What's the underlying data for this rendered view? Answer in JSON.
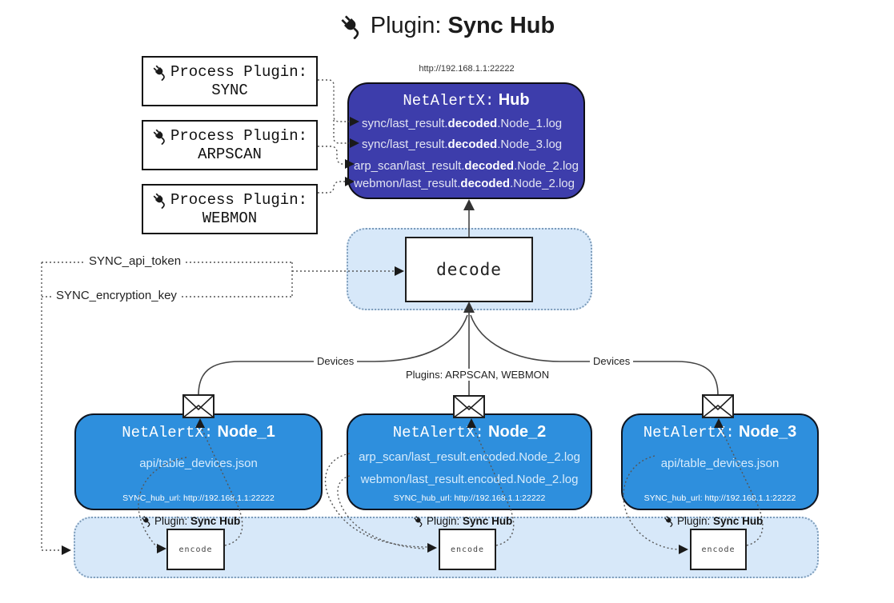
{
  "title": {
    "prefix": "Plugin:",
    "name": "Sync Hub"
  },
  "hub": {
    "url": "http://192.168.1.1:22222",
    "name_prefix": "NetAlertX:",
    "name": "Hub",
    "lines": [
      {
        "pre": "sync/last_result.",
        "bold": "decoded",
        "post": ".Node_1.log"
      },
      {
        "pre": "sync/last_result.",
        "bold": "decoded",
        "post": ".Node_3.log"
      },
      {
        "pre": "arp_scan/last_result.",
        "bold": "decoded",
        "post": ".Node_2.log"
      },
      {
        "pre": "webmon/last_result.",
        "bold": "decoded",
        "post": ".Node_2.log"
      }
    ]
  },
  "process_plugins": [
    {
      "label": "Process Plugin:",
      "name": "SYNC"
    },
    {
      "label": "Process Plugin:",
      "name": "ARPSCAN"
    },
    {
      "label": "Process Plugin:",
      "name": "WEBMON"
    }
  ],
  "settings": {
    "api_token": "SYNC_api_token",
    "encryption_key": "SYNC_encryption_key"
  },
  "decode": {
    "label": "decode"
  },
  "edges": {
    "devices_left": "Devices",
    "devices_right": "Devices",
    "plugins_mid": "Plugins: ARPSCAN, WEBMON"
  },
  "nodes": [
    {
      "name_prefix": "NetAlertX:",
      "name": "Node_1",
      "files": [
        "api/table_devices.json"
      ],
      "hub_url": "SYNC_hub_url: http://192.168.1.1:22222"
    },
    {
      "name_prefix": "NetAlertX:",
      "name": "Node_2",
      "files": [
        "arp_scan/last_result.encoded.Node_2.log",
        "webmon/last_result.encoded.Node_2.log"
      ],
      "hub_url": "SYNC_hub_url: http://192.168.1.1:22222"
    },
    {
      "name_prefix": "NetAlertX:",
      "name": "Node_3",
      "files": [
        "api/table_devices.json"
      ],
      "hub_url": "SYNC_hub_url: http://192.168.1.1:22222"
    }
  ],
  "encode_band": {
    "plugin_prefix": "Plugin:",
    "plugin_name": "Sync Hub",
    "box_label": "encode"
  },
  "colors": {
    "hub_fill": "#3d3dab",
    "node_fill": "#2e8fdd",
    "band_fill": "#d7e8f9",
    "band_border": "#7d9cba"
  }
}
